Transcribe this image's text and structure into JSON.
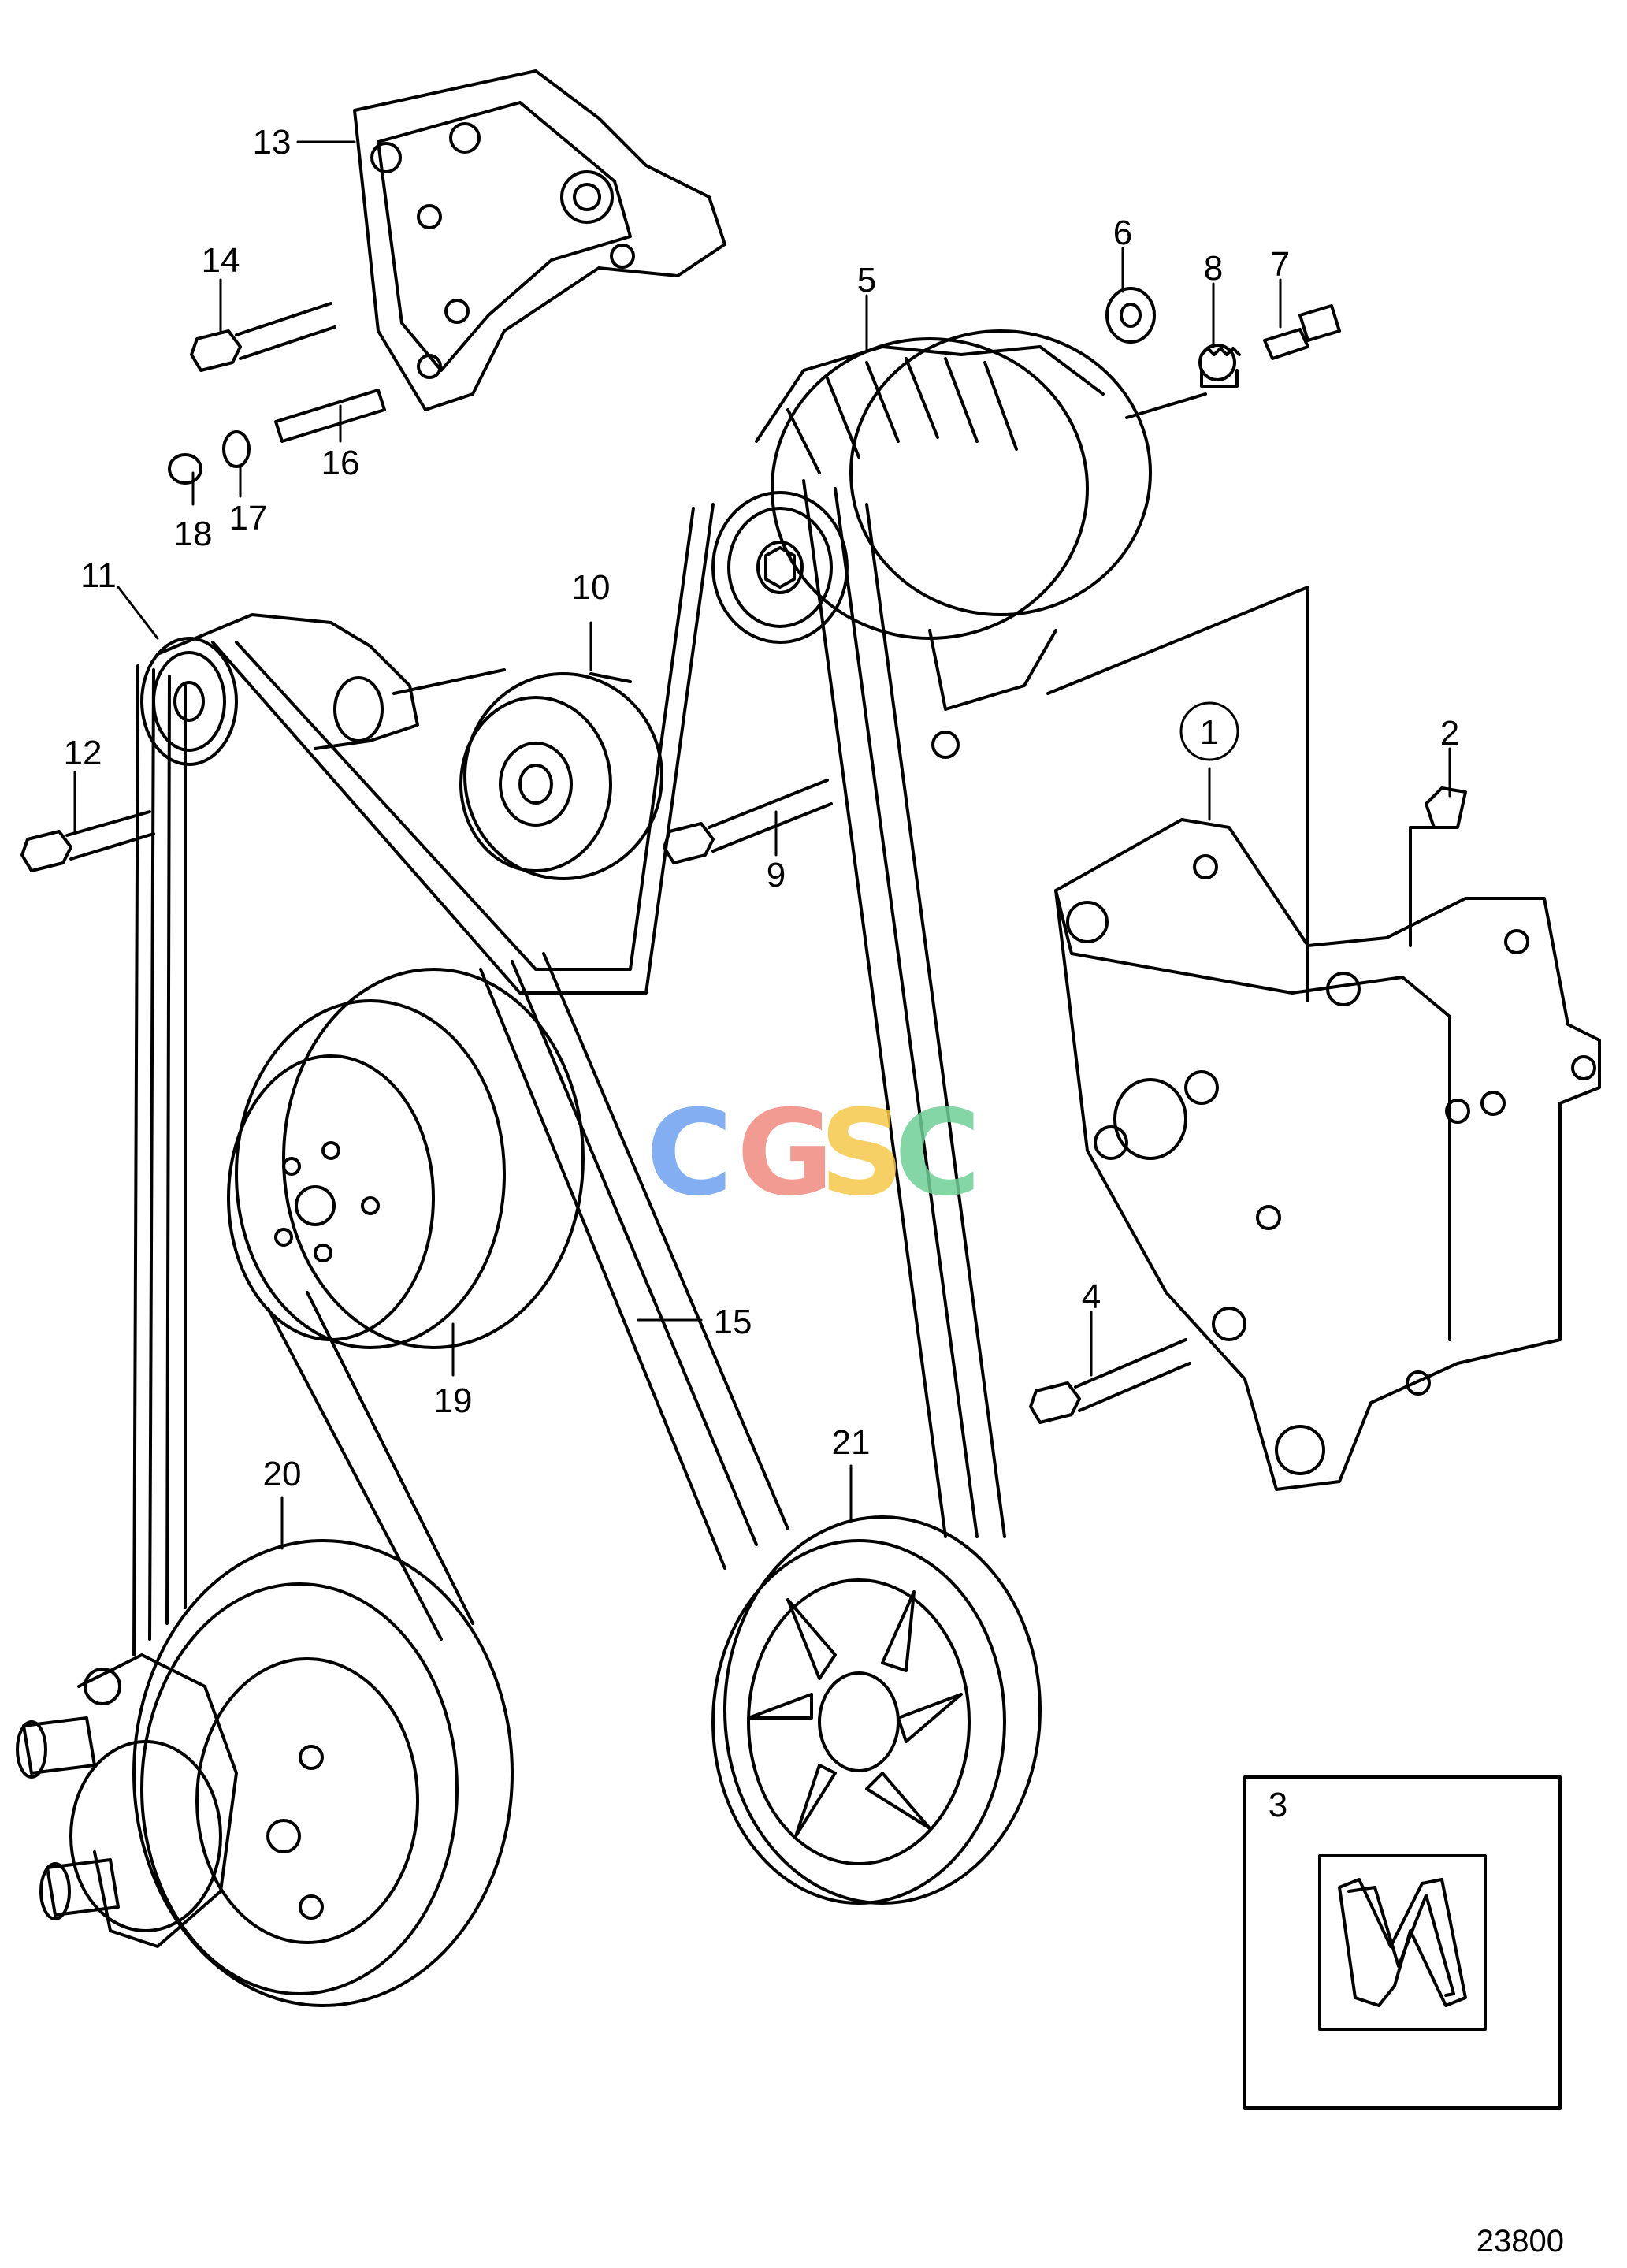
{
  "callouts": {
    "c1": "1",
    "c2": "2",
    "c3": "3",
    "c4": "4",
    "c5": "5",
    "c6": "6",
    "c7": "7",
    "c8": "8",
    "c9": "9",
    "c10": "10",
    "c11": "11",
    "c12": "12",
    "c13": "13",
    "c14": "14",
    "c15": "15",
    "c16": "16",
    "c17": "17",
    "c18": "18",
    "c19": "19",
    "c20": "20",
    "c21": "21"
  },
  "drawing_number": "23800",
  "watermark": {
    "letters": [
      "C",
      "G",
      "S",
      "C"
    ],
    "colors": [
      "#6ea0f0",
      "#f08a80",
      "#f5c84a",
      "#6fcf97"
    ]
  }
}
